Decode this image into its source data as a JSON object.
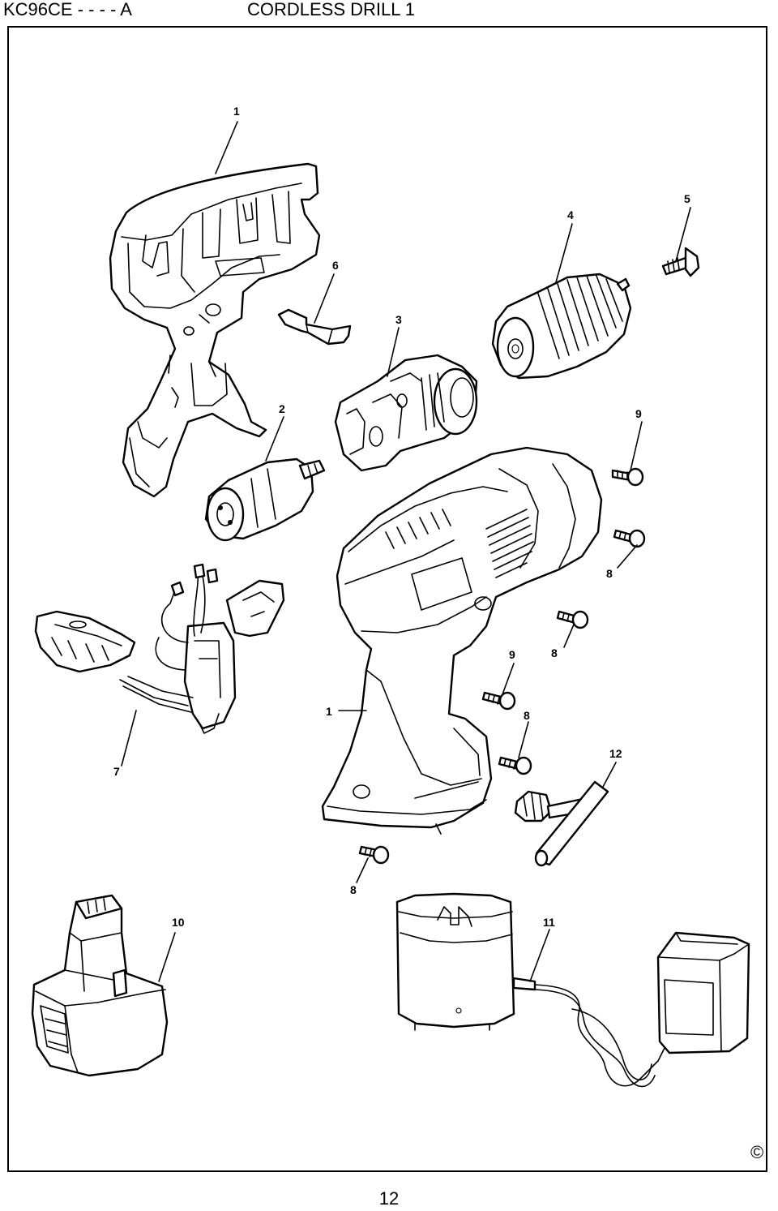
{
  "header": {
    "model": "KC96CE - - - - A",
    "title": "CORDLESS DRILL 1"
  },
  "callouts": [
    "1",
    "1",
    "2",
    "3",
    "4",
    "5",
    "6",
    "7",
    "8",
    "8",
    "8",
    "8",
    "9",
    "9",
    "10",
    "11",
    "12"
  ],
  "copyright": "©",
  "page_number": "12"
}
